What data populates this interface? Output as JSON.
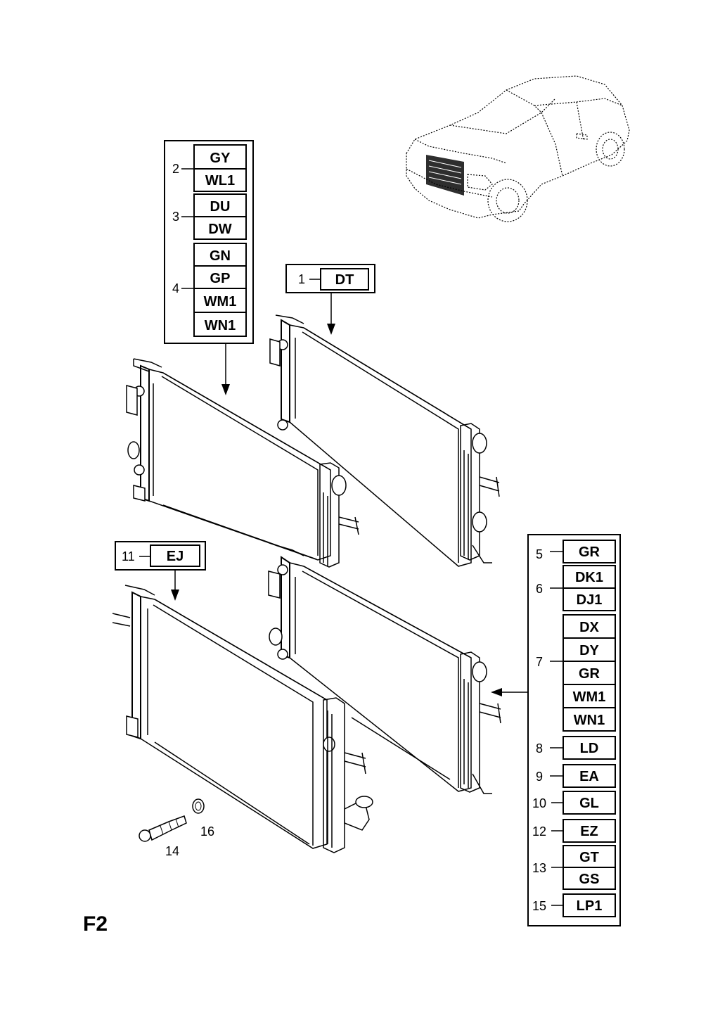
{
  "sheet_label": "F2",
  "callouts": {
    "c1": {
      "num": "1",
      "codes": [
        "DT"
      ]
    },
    "c2": {
      "num": "2",
      "codes": [
        "GY",
        "WL1"
      ]
    },
    "c3": {
      "num": "3",
      "codes": [
        "DU",
        "DW"
      ]
    },
    "c4": {
      "num": "4",
      "codes": [
        "GN",
        "GP",
        "WM1",
        "WN1"
      ]
    },
    "c5": {
      "num": "5",
      "codes": [
        "GR"
      ]
    },
    "c6": {
      "num": "6",
      "codes": [
        "DK1",
        "DJ1"
      ]
    },
    "c7": {
      "num": "7",
      "codes": [
        "DX",
        "DY",
        "GR",
        "WM1",
        "WN1"
      ]
    },
    "c8": {
      "num": "8",
      "codes": [
        "LD"
      ]
    },
    "c9": {
      "num": "9",
      "codes": [
        "EA"
      ]
    },
    "c10": {
      "num": "10",
      "codes": [
        "GL"
      ]
    },
    "c11": {
      "num": "11",
      "codes": [
        "EJ"
      ]
    },
    "c12": {
      "num": "12",
      "codes": [
        "EZ"
      ]
    },
    "c13": {
      "num": "13",
      "codes": [
        "GT",
        "GS"
      ]
    },
    "c15": {
      "num": "15",
      "codes": [
        "LP1"
      ]
    }
  },
  "loose_parts": {
    "p14": "14",
    "p16": "16"
  }
}
